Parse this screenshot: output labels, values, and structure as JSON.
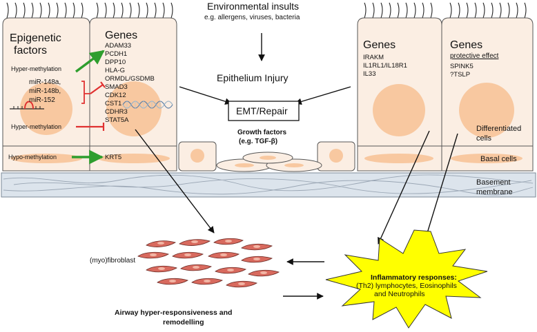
{
  "env": {
    "title": "Environmental insults",
    "subtitle": "e.g. allergens, viruses, bacteria"
  },
  "injury": "Epithelium Injury",
  "emt": "EMT/Repair",
  "growth": {
    "line1": "Growth factors",
    "line2": "(e.g. TGF-β)"
  },
  "epigenetic": {
    "title_line1": "Epigenetic",
    "title_line2": "factors",
    "hyper1": "Hyper-methylation",
    "mirnas": [
      "miR-148a,",
      "miR-148b,",
      "miR-152"
    ],
    "hyper2": "Hyper-methylation",
    "hypo": "Hypo-methylation"
  },
  "genes_left": {
    "title": "Genes",
    "list": [
      "ADAM33",
      "PCDH1",
      "DPP10",
      "HLA-G",
      "ORMDL/GSDMB",
      "SMAD3",
      "CDK12",
      "CST1",
      "CDHR3",
      "STAT5A"
    ],
    "basal": "KRT5"
  },
  "genes_mid": {
    "title": "Genes",
    "list": [
      "IRAKM",
      "IL1RL1/IL18R1",
      "IL33"
    ]
  },
  "genes_right": {
    "title": "Genes",
    "subtitle": "protective effect",
    "list": [
      "SPINK5",
      "?TSLP"
    ]
  },
  "labels": {
    "differentiated": "Differentiated cells",
    "basal_cells": "Basal cells",
    "basement": "Basement membrane",
    "fibroblast": "(myo)fibroblast"
  },
  "inflammatory": {
    "title": "Inflammatory responses:",
    "line2": "(Th2) lymphocytes, Eosinophils",
    "line3": "and Neutrophils"
  },
  "airway": {
    "line1": "Airway hyper-responsiveness and",
    "line2": "remodelling"
  },
  "colors": {
    "cell_fill": "#fbeee3",
    "nucleus": "#f8c8a0",
    "activation_arrow": "#2e9e2e",
    "inhibition": "#e03030",
    "burst": "#ffff00",
    "fibroblast": "#d86a5e",
    "membrane": "#dce4ec"
  }
}
